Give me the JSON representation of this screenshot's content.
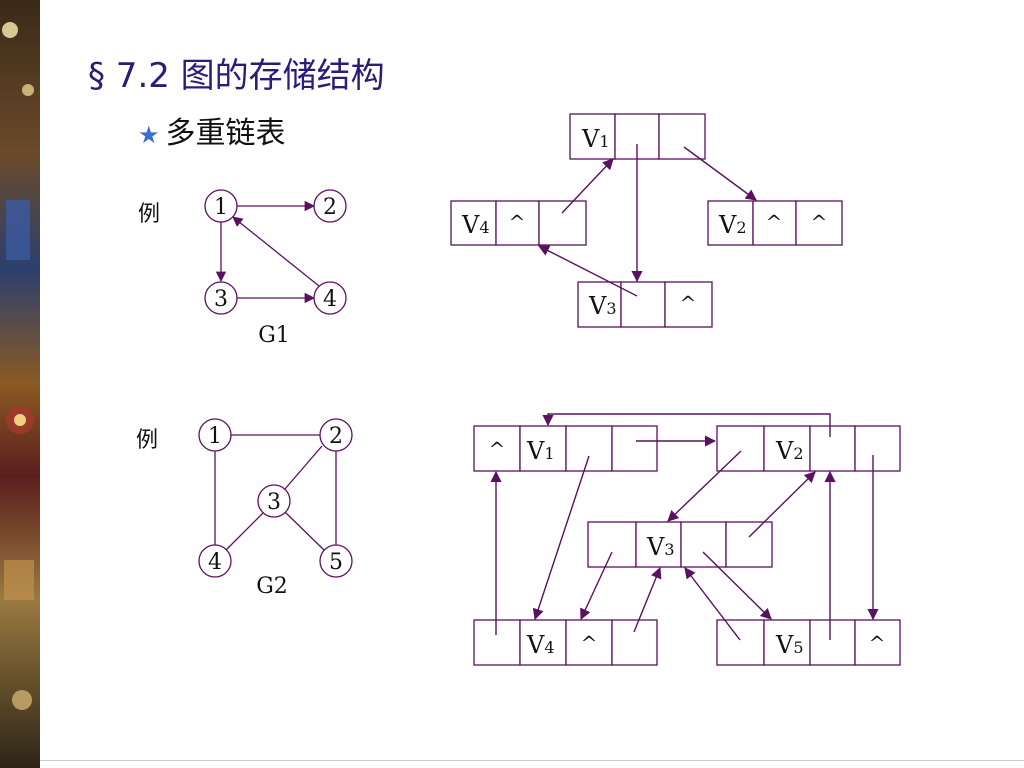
{
  "title": "§ 7.2 图的存储结构",
  "bullet": {
    "icon": "star-icon",
    "text": "多重链表"
  },
  "colors": {
    "title": "#2a1d7a",
    "stroke": "#5b1060",
    "star": "#3a6fd0"
  },
  "example1": {
    "example_label": "例",
    "graph_label": "G1",
    "nodes": [
      "1",
      "2",
      "3",
      "4"
    ],
    "edges": [
      [
        "1",
        "2"
      ],
      [
        "1",
        "3"
      ],
      [
        "3",
        "4"
      ],
      [
        "4",
        "1"
      ]
    ]
  },
  "example2": {
    "example_label": "例",
    "graph_label": "G2",
    "nodes": [
      "1",
      "2",
      "3",
      "4",
      "5"
    ],
    "edges": [
      [
        "1",
        "2"
      ],
      [
        "1",
        "4"
      ],
      [
        "2",
        "3"
      ],
      [
        "2",
        "5"
      ],
      [
        "3",
        "4"
      ],
      [
        "3",
        "5"
      ]
    ]
  },
  "list1": {
    "V1": [
      "V",
      "1",
      "",
      ""
    ],
    "V2": [
      "V",
      "2",
      "^",
      "^"
    ],
    "V3": [
      "V",
      "3",
      "",
      "^"
    ],
    "V4": [
      "V",
      "4",
      "^",
      ""
    ]
  },
  "list2": {
    "V1": [
      "^",
      "V",
      "1",
      "",
      ""
    ],
    "V2": [
      "",
      "V",
      "2",
      "",
      ""
    ],
    "V3": [
      "",
      "V",
      "3",
      "",
      ""
    ],
    "V4": [
      "",
      "V",
      "4",
      "^",
      ""
    ],
    "V5": [
      "",
      "V",
      "5",
      "",
      "^"
    ]
  }
}
